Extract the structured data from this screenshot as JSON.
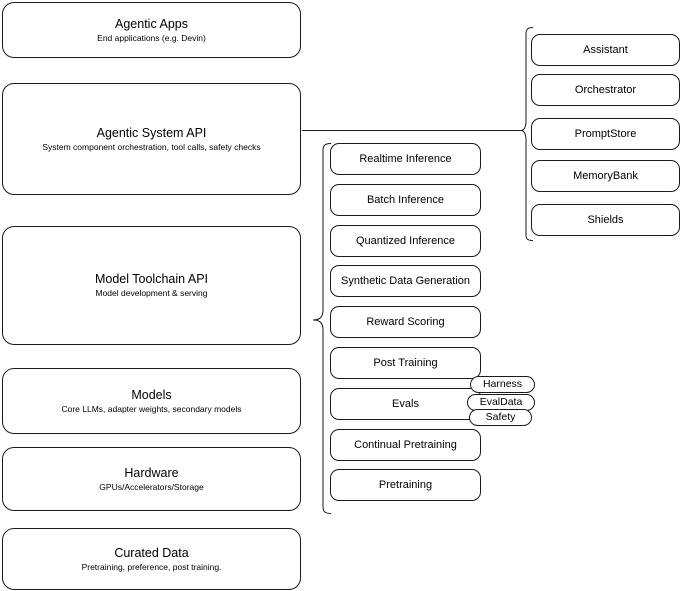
{
  "diagram": {
    "type": "layered-architecture-stack",
    "title_visible": false,
    "colors": {
      "stroke": "#1a1a1a",
      "fill": "#ffffff",
      "text": "#000000"
    }
  },
  "layers": [
    {
      "title": "Agentic Apps",
      "subtitle": "End applications (e.g. Devin)"
    },
    {
      "title": "Agentic System API",
      "subtitle": "System component orchestration, tool calls, safety checks"
    },
    {
      "title": "Model Toolchain API",
      "subtitle": "Model development & serving"
    },
    {
      "title": "Models",
      "subtitle": "Core LLMs, adapter weights, secondary models"
    },
    {
      "title": "Hardware",
      "subtitle": "GPUs/Accelerators/Storage"
    },
    {
      "title": "Curated Data",
      "subtitle": "Pretraining, preference, post training."
    }
  ],
  "toolchain_items": [
    {
      "label": "Realtime Inference"
    },
    {
      "label": "Batch Inference"
    },
    {
      "label": "Quantized Inference"
    },
    {
      "label": "Synthetic Data Generation"
    },
    {
      "label": "Reward Scoring"
    },
    {
      "label": "Post Training"
    },
    {
      "label": "Evals"
    },
    {
      "label": "Continual Pretraining"
    },
    {
      "label": "Pretraining"
    }
  ],
  "system_items": [
    {
      "label": "Assistant"
    },
    {
      "label": "Orchestrator"
    },
    {
      "label": "PromptStore"
    },
    {
      "label": "MemoryBank"
    },
    {
      "label": "Shields"
    }
  ],
  "eval_tags": [
    {
      "label": "Harness"
    },
    {
      "label": "EvalData"
    },
    {
      "label": "Safety"
    }
  ]
}
